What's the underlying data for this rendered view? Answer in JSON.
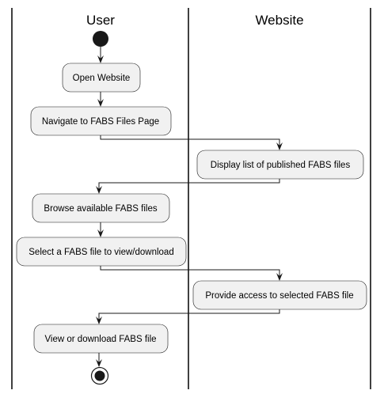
{
  "swimlanes": [
    {
      "id": "user",
      "title": "User"
    },
    {
      "id": "website",
      "title": "Website"
    }
  ],
  "activities": [
    {
      "id": "open-website",
      "lane": "user",
      "label": "Open Website"
    },
    {
      "id": "navigate-fabs",
      "lane": "user",
      "label": "Navigate to FABS Files Page"
    },
    {
      "id": "display-list",
      "lane": "website",
      "label": "Display list of published FABS files"
    },
    {
      "id": "browse-files",
      "lane": "user",
      "label": "Browse available FABS files"
    },
    {
      "id": "select-file",
      "lane": "user",
      "label": "Select a FABS file to view/download"
    },
    {
      "id": "provide-access",
      "lane": "website",
      "label": "Provide access to selected FABS file"
    },
    {
      "id": "view-download",
      "lane": "user",
      "label": "View or download FABS file"
    }
  ],
  "flow": [
    [
      "start",
      "open-website"
    ],
    [
      "open-website",
      "navigate-fabs"
    ],
    [
      "navigate-fabs",
      "display-list"
    ],
    [
      "display-list",
      "browse-files"
    ],
    [
      "browse-files",
      "select-file"
    ],
    [
      "select-file",
      "provide-access"
    ],
    [
      "provide-access",
      "view-download"
    ],
    [
      "view-download",
      "end"
    ]
  ]
}
